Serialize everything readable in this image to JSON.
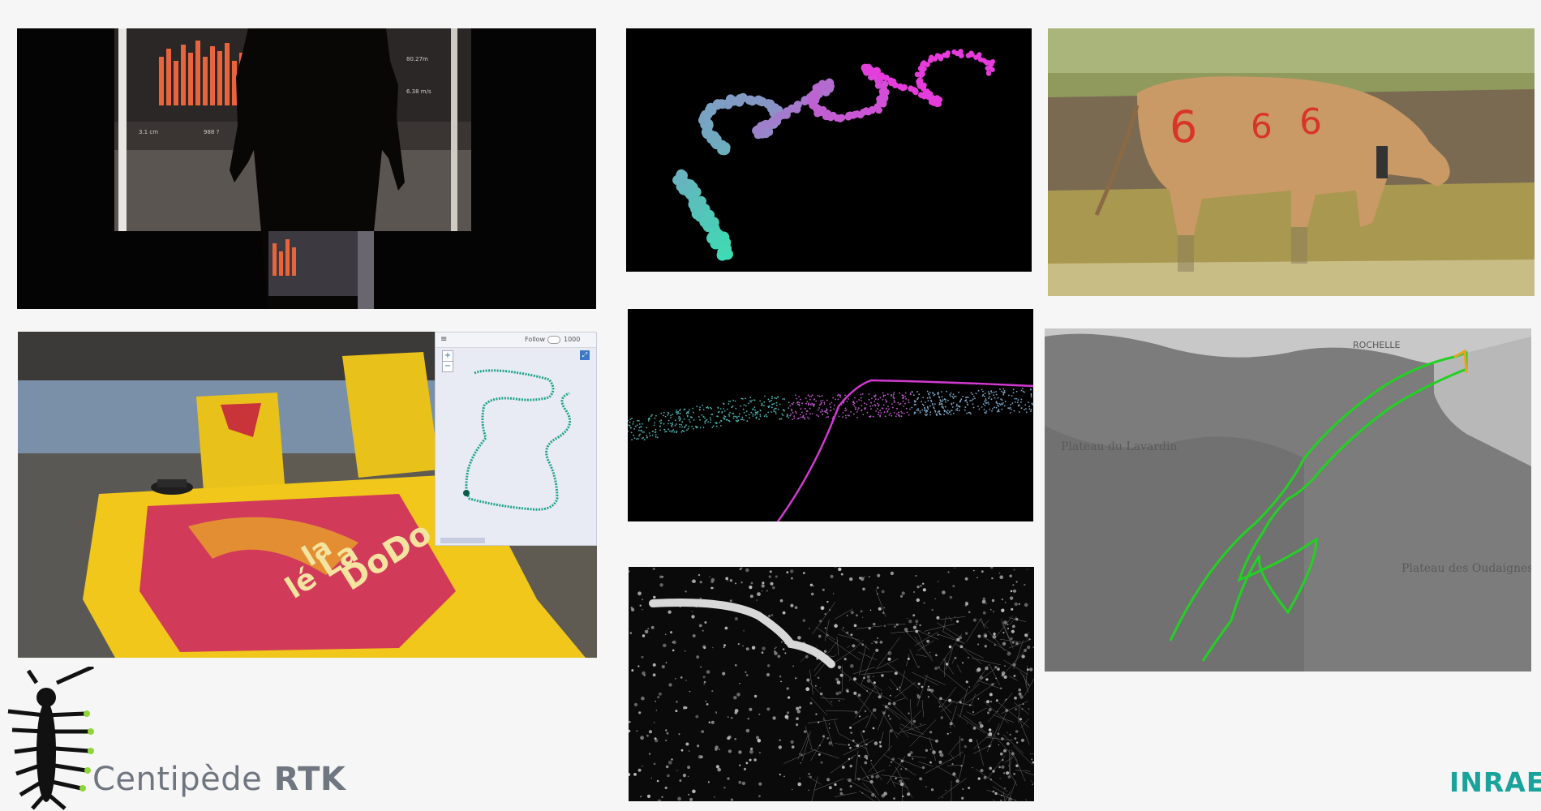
{
  "branding": {
    "product_prefix": "Centipède",
    "product_suffix": "RTK",
    "partner_logo": "INRAE"
  },
  "map_widget": {
    "menu_icon": "menu-icon",
    "follow_label": "Follow",
    "point_count": "1000",
    "zoom_in": "+",
    "zoom_out": "−",
    "expand_icon": "expand-icon"
  },
  "projected_dashboard": {
    "metric_a": "3.1 cm",
    "metric_b": "80.27m",
    "metric_c": "6.38 m/s",
    "metric_d": "988 ?"
  },
  "table_sign": {
    "line1": "la",
    "line2": "DoDo",
    "line3": "lé La"
  },
  "map_labels": {
    "plateau_levardin": "Plateau du Lavardin",
    "plateau_oudaignes": "Plateau des Oudaignes",
    "city": "ROCHELLE"
  },
  "colors": {
    "accent_teal": "#1aa39a",
    "brand_grey": "#707680",
    "track_green": "#22d122",
    "track_magenta": "#d23ad2"
  }
}
